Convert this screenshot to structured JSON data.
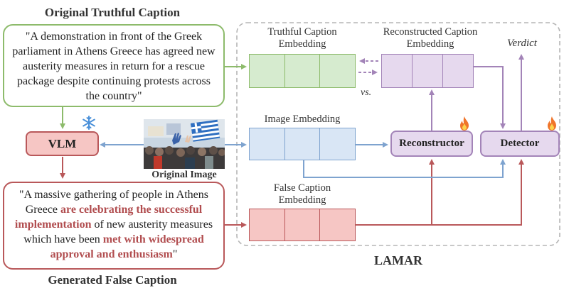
{
  "titles": {
    "original_truthful_caption": "Original Truthful Caption",
    "generated_false_caption": "Generated False Caption",
    "lamar": "LAMAR"
  },
  "truthful_caption": {
    "text": "\"A demonstration in front of the Greek parliament in Athens Greece has agreed new austerity measures in return for a rescue package despite continuing protests across the country\""
  },
  "false_caption": {
    "part1": "\"A massive gathering of people in Athens Greece ",
    "hl1": "are celebrating the successful implementation",
    "part2": " of new austerity measures which have been ",
    "hl2": "met with widespread approval and enthusiasm",
    "part3": "\""
  },
  "modules": {
    "vlm": "VLM",
    "reconstructor": "Reconstructor",
    "detector": "Detector"
  },
  "labels": {
    "truthful_embedding": "Truthful Caption Embedding",
    "reconstructed_embedding": "Reconstructed Caption Embedding",
    "image_embedding": "Image Embedding",
    "false_embedding": "False Caption Embedding",
    "original_image": "Original Image",
    "verdict": "Verdict",
    "vs": "vs."
  },
  "icons": {
    "frozen": "snowflake-icon",
    "trainable": "fire-icon"
  },
  "colors": {
    "green": "#8dbb6b",
    "red": "#b9585a",
    "blue": "#7ea3cf",
    "purple": "#a384b8"
  }
}
